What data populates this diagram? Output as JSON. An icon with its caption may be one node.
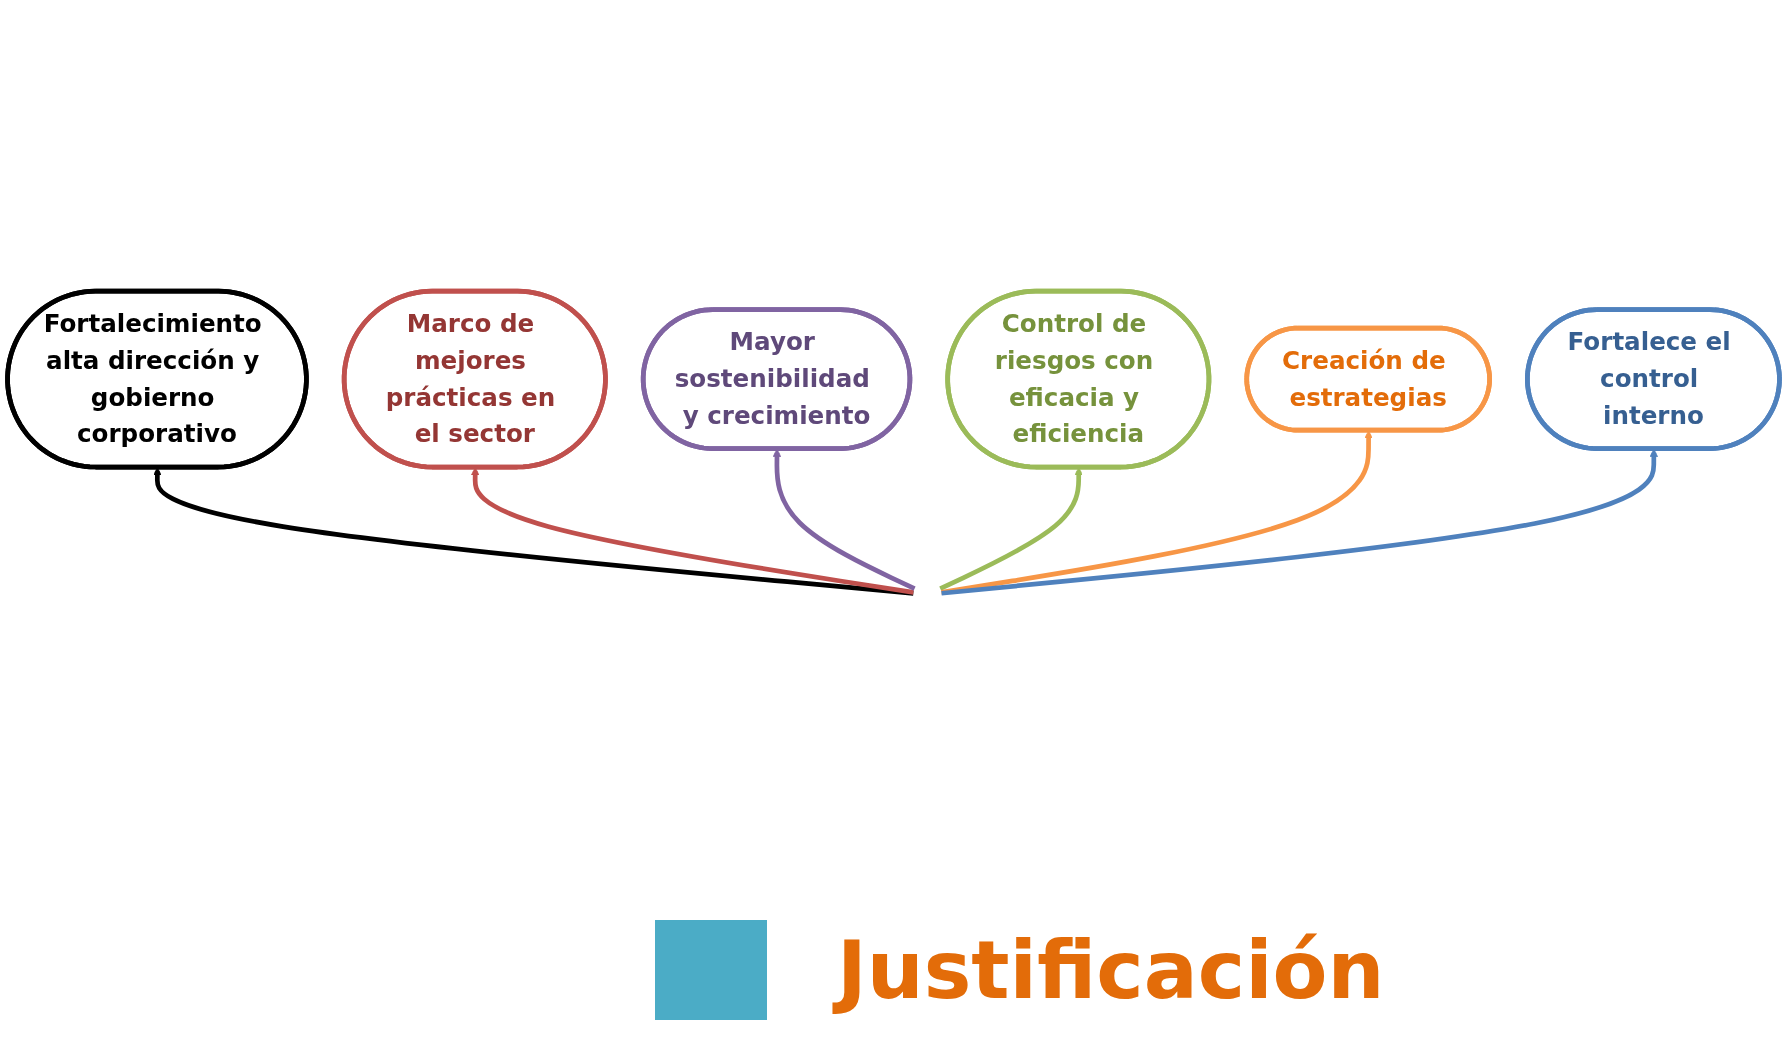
{
  "diagram": {
    "nodes": [
      {
        "text": [
          "Mayor sostenibilidad y crecimiento"
        ]
      },
      {
        "text": [
          "Control de riesgos con eficacia y eficiencia"
        ]
      },
      {
        "text": [
          "Marco de mejores prácticas en el sector"
        ]
      },
      {
        "text": [
          "Creación de estrategias"
        ]
      },
      {
        "text": [
          "Fortalecimiento alta dirección y gobierno corporativo"
        ]
      },
      {
        "text": [
          "Fortalece el control interno"
        ]
      }
    ],
    "edges": [
      {
        "from": null,
        "to": 4,
        "arrow": "to",
        "color": "#000000"
      },
      {
        "from": null,
        "to": 2,
        "arrow": "to",
        "color": "#c0504d"
      },
      {
        "from": null,
        "to": 0,
        "arrow": "to",
        "color": "#8064a2"
      },
      {
        "from": null,
        "to": 1,
        "arrow": "to",
        "color": "#9bbb59"
      },
      {
        "from": null,
        "to": 3,
        "arrow": "to",
        "color": "#f79646"
      },
      {
        "from": null,
        "to": 5,
        "arrow": "to",
        "color": "#4f81bd"
      }
    ],
    "labels": [
      "Justificación"
    ]
  }
}
